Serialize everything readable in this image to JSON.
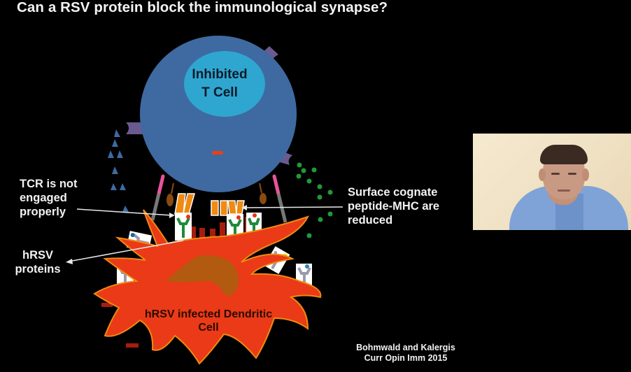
{
  "slide": {
    "title": "Can a RSV protein block the immunological synapse?",
    "diagram": {
      "t_cell_label_line1": "Inhibited",
      "t_cell_label_line2": "T Cell",
      "dendritic_cell_label_line1": "hRSV infected Dendritic",
      "dendritic_cell_label_line2": "Cell",
      "annotations": {
        "tcr": [
          "TCR is not",
          "engaged",
          "properly"
        ],
        "hrsv_proteins": [
          "hRSV",
          "proteins"
        ],
        "pmhc": [
          "Surface cognate",
          "peptide-MHC are",
          "reduced"
        ]
      },
      "colors": {
        "t_cell": "#3e6aa1",
        "t_cell_nucleus": "#2fa6cf",
        "dendritic_cell": "#ea3a18",
        "dendritic_outline": "#f08a10",
        "dc_nucleus": "#b25a10",
        "receptor_purple": "#6a5a90",
        "cytokine_green": "#1f9a3a",
        "triangle_blue": "#3e6aa1",
        "tcr_orange": "#f08a10",
        "mhc_green": "#1e8a3a",
        "bar_darkred": "#a81c10",
        "pink": "#e8539a"
      }
    },
    "citation_line1": "Bohmwald and Kalergis",
    "citation_line2": "Curr Opin Imm 2015"
  },
  "webcam": {
    "description": "presenter video feed"
  }
}
